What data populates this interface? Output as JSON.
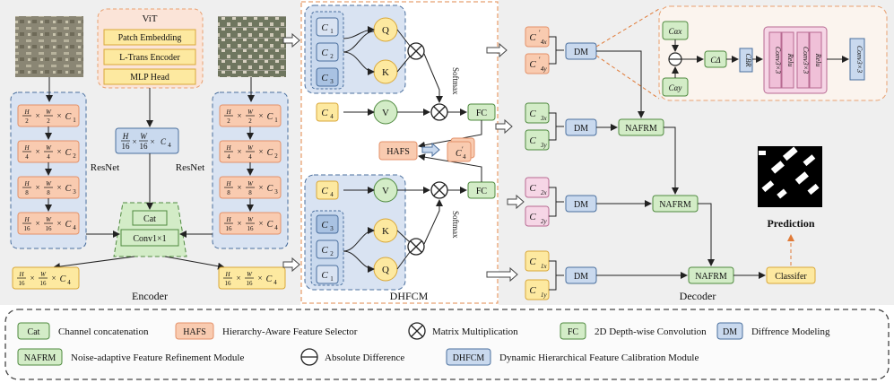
{
  "encoder": {
    "title": "Encoder",
    "vit": {
      "title": "ViT",
      "layers": [
        "Patch Embedding",
        "L-Trans Encoder",
        "MLP Head"
      ],
      "output": {
        "h": "H",
        "hd": "16",
        "w": "W",
        "wd": "16",
        "c": "C",
        "ci": "4"
      }
    },
    "resnet_label": "ResNet",
    "stages": [
      {
        "hd": "2",
        "wd": "2",
        "ci": "1"
      },
      {
        "hd": "4",
        "wd": "4",
        "ci": "2"
      },
      {
        "hd": "8",
        "wd": "8",
        "ci": "3"
      },
      {
        "hd": "16",
        "wd": "16",
        "ci": "4"
      }
    ],
    "cat_label": "Cat",
    "conv_label": "Conv1×1",
    "fused": {
      "hd": "16",
      "wd": "16",
      "ci": "4"
    }
  },
  "dhfcm": {
    "title": "DHFCM",
    "q": "Q",
    "k": "K",
    "v": "V",
    "softmax": "Softmax",
    "fc": "FC",
    "hafs": "HAFS",
    "c_prime_4": {
      "c": "C",
      "sup": "′",
      "sub": "4"
    }
  },
  "decoder": {
    "title": "Decoder",
    "dm": "DM",
    "nafrm": "NAFRM",
    "classifier": "Classifer",
    "prediction": "Prediction",
    "inputs": [
      {
        "x": "C′4x",
        "y": "C′4y"
      },
      {
        "x": "C3x",
        "y": "C3y"
      },
      {
        "x": "C2x",
        "y": "C2y"
      },
      {
        "x": "C1x",
        "y": "C1y"
      }
    ],
    "dm_detail": {
      "c_alpha_x": "Cαx",
      "c_alpha_y": "Cαy",
      "c_delta": "CΔ",
      "cbr": "CBR",
      "relu": "Relu",
      "conv3": "Conv3×3"
    }
  },
  "legend": [
    {
      "key": "Cat",
      "text": "Channel concatenation"
    },
    {
      "key": "HAFS",
      "text": "Hierarchy-Aware Feature Selector"
    },
    {
      "key": "⊗",
      "text": "Matrix Multiplication"
    },
    {
      "key": "FC",
      "text": "2D Depth-wise Convolution"
    },
    {
      "key": "DM",
      "text": "Diffrence Modeling"
    },
    {
      "key": "NAFRM",
      "text": "Noise-adaptive Feature Refinement Module"
    },
    {
      "key": "⊖",
      "text": "Absolute Difference"
    },
    {
      "key": "DHFCM",
      "text": "Dynamic Hierarchical Feature Calibration Module"
    }
  ],
  "colors": {
    "orange_fill": "#f9cbb0",
    "orange_stroke": "#e4926a",
    "blue_fill": "#c9d9ee",
    "blue_stroke": "#4a6f9e",
    "yellow_fill": "#fde9a0",
    "yellow_stroke": "#d9a83a",
    "green_fill": "#d3ecc7",
    "green_stroke": "#4f8a3f",
    "pink_fill": "#f6d6e6",
    "panel_bg": "#efefef"
  }
}
